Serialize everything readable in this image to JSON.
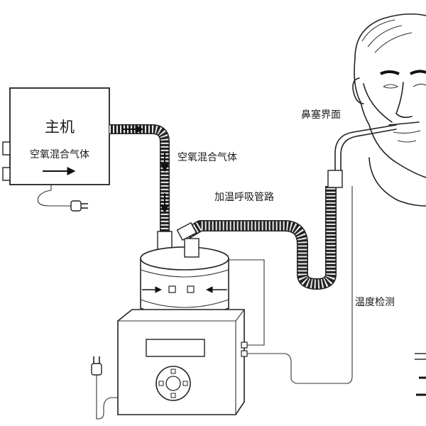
{
  "labels": {
    "host_title": "主机",
    "host_gas": "空氧混合气体",
    "tube_gas": "空氧混合气体",
    "heated_tube": "加温呼吸管路",
    "nasal_interface": "鼻塞界面",
    "temp_detection": "温度检测"
  },
  "icons": [
    "plug-icon",
    "arrow-right-icon",
    "arrow-down-icon",
    "arrow-left-icon",
    "knob-icon"
  ],
  "colors": {
    "line": "#222222",
    "tube": "#e9e9e9",
    "fill": "#ffffff"
  }
}
